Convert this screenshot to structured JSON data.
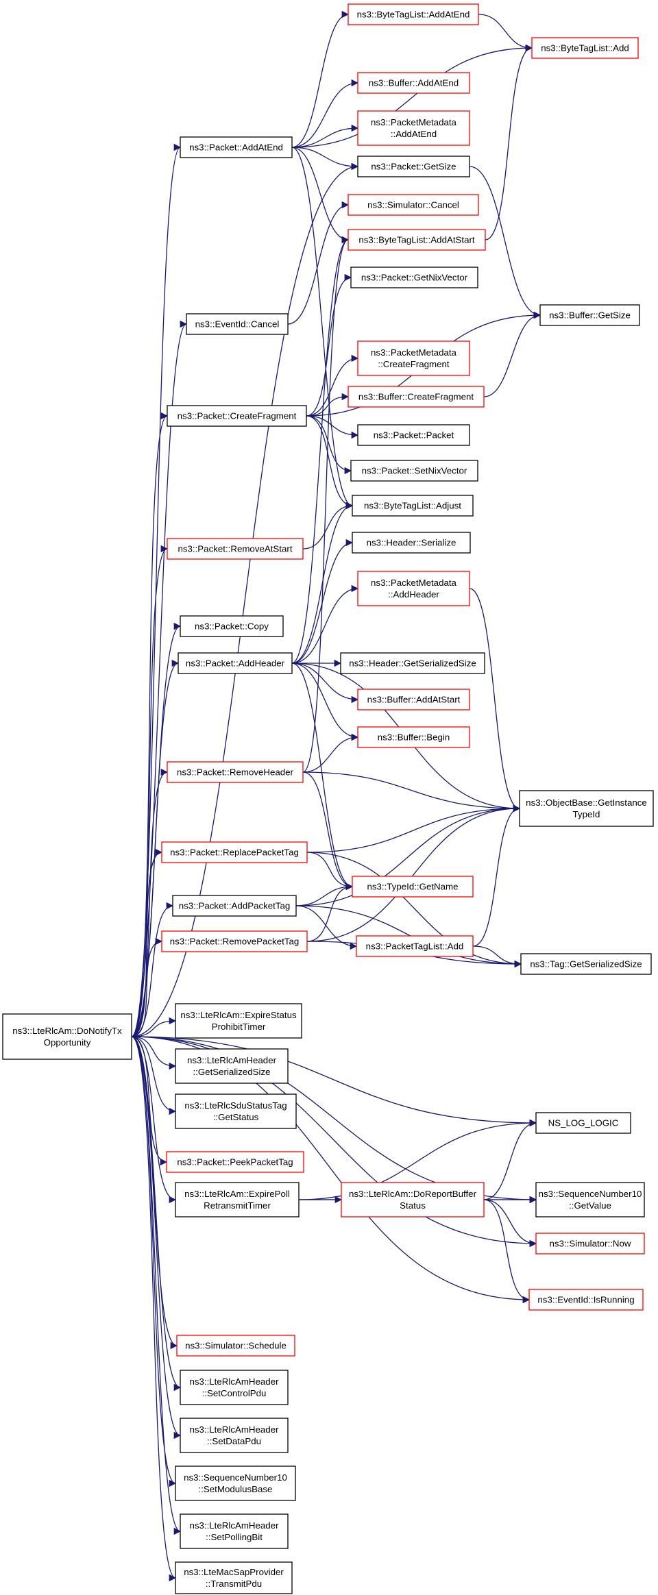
{
  "colors": {
    "edge": "#191970",
    "node_border_normal": "#000000",
    "node_border_red": "#ff0000",
    "root_fill": "#bfbfbf"
  },
  "nodes": [
    {
      "id": "root",
      "lines": [
        "ns3::LteRlcAm::DoNotifyTx",
        "Opportunity"
      ],
      "style": "root"
    },
    {
      "id": "pkt_addatend",
      "lines": [
        "ns3::Packet::AddAtEnd"
      ],
      "style": "normal"
    },
    {
      "id": "btl_addatend",
      "lines": [
        "ns3::ByteTagList::AddAtEnd"
      ],
      "style": "red"
    },
    {
      "id": "btl_add",
      "lines": [
        "ns3::ByteTagList::Add"
      ],
      "style": "red"
    },
    {
      "id": "buf_addatend",
      "lines": [
        "ns3::Buffer::AddAtEnd"
      ],
      "style": "red"
    },
    {
      "id": "pm_addatend",
      "lines": [
        "ns3::PacketMetadata",
        "::AddAtEnd"
      ],
      "style": "red"
    },
    {
      "id": "pkt_getsize",
      "lines": [
        "ns3::Packet::GetSize"
      ],
      "style": "normal"
    },
    {
      "id": "sim_cancel",
      "lines": [
        "ns3::Simulator::Cancel"
      ],
      "style": "red"
    },
    {
      "id": "btl_addatstart",
      "lines": [
        "ns3::ByteTagList::AddAtStart"
      ],
      "style": "red"
    },
    {
      "id": "pkt_getnix",
      "lines": [
        "ns3::Packet::GetNixVector"
      ],
      "style": "normal"
    },
    {
      "id": "eventid_cancel",
      "lines": [
        "ns3::EventId::Cancel"
      ],
      "style": "normal"
    },
    {
      "id": "buf_getsize",
      "lines": [
        "ns3::Buffer::GetSize"
      ],
      "style": "normal"
    },
    {
      "id": "pm_createfrag",
      "lines": [
        "ns3::PacketMetadata",
        "::CreateFragment"
      ],
      "style": "red"
    },
    {
      "id": "pkt_createfrag",
      "lines": [
        "ns3::Packet::CreateFragment"
      ],
      "style": "normal"
    },
    {
      "id": "buf_createfrag",
      "lines": [
        "ns3::Buffer::CreateFragment"
      ],
      "style": "red"
    },
    {
      "id": "pkt_packet",
      "lines": [
        "ns3::Packet::Packet"
      ],
      "style": "normal"
    },
    {
      "id": "pkt_setnix",
      "lines": [
        "ns3::Packet::SetNixVector"
      ],
      "style": "normal"
    },
    {
      "id": "btl_adjust",
      "lines": [
        "ns3::ByteTagList::Adjust"
      ],
      "style": "normal"
    },
    {
      "id": "pkt_removeatstart",
      "lines": [
        "ns3::Packet::RemoveAtStart"
      ],
      "style": "red"
    },
    {
      "id": "hdr_serialize",
      "lines": [
        "ns3::Header::Serialize"
      ],
      "style": "normal"
    },
    {
      "id": "pm_addheader",
      "lines": [
        "ns3::PacketMetadata",
        "::AddHeader"
      ],
      "style": "red"
    },
    {
      "id": "pkt_copy",
      "lines": [
        "ns3::Packet::Copy"
      ],
      "style": "normal"
    },
    {
      "id": "pkt_addheader",
      "lines": [
        "ns3::Packet::AddHeader"
      ],
      "style": "normal"
    },
    {
      "id": "hdr_getsersize",
      "lines": [
        "ns3::Header::GetSerializedSize"
      ],
      "style": "normal"
    },
    {
      "id": "buf_addatstart",
      "lines": [
        "ns3::Buffer::AddAtStart"
      ],
      "style": "red"
    },
    {
      "id": "buf_begin",
      "lines": [
        "ns3::Buffer::Begin"
      ],
      "style": "red"
    },
    {
      "id": "pkt_removeheader",
      "lines": [
        "ns3::Packet::RemoveHeader"
      ],
      "style": "red"
    },
    {
      "id": "ob_getinstance",
      "lines": [
        "ns3::ObjectBase::GetInstance",
        "TypeId"
      ],
      "style": "normal"
    },
    {
      "id": "pkt_replacetag",
      "lines": [
        "ns3::Packet::ReplacePacketTag"
      ],
      "style": "red"
    },
    {
      "id": "typeid_getname",
      "lines": [
        "ns3::TypeId::GetName"
      ],
      "style": "red"
    },
    {
      "id": "pkt_addtag",
      "lines": [
        "ns3::Packet::AddPacketTag"
      ],
      "style": "normal"
    },
    {
      "id": "ptl_add",
      "lines": [
        "ns3::PacketTagList::Add"
      ],
      "style": "red"
    },
    {
      "id": "pkt_removetag",
      "lines": [
        "ns3::Packet::RemovePacketTag"
      ],
      "style": "red"
    },
    {
      "id": "tag_getsersize",
      "lines": [
        "ns3::Tag::GetSerializedSize"
      ],
      "style": "normal"
    },
    {
      "id": "rlc_expirestatus",
      "lines": [
        "ns3::LteRlcAm::ExpireStatus",
        "ProhibitTimer"
      ],
      "style": "normal"
    },
    {
      "id": "rlchdr_getsersize",
      "lines": [
        "ns3::LteRlcAmHeader",
        "::GetSerializedSize"
      ],
      "style": "normal"
    },
    {
      "id": "sdutag_getstatus",
      "lines": [
        "ns3::LteRlcSduStatusTag",
        "::GetStatus"
      ],
      "style": "normal"
    },
    {
      "id": "nslog",
      "lines": [
        "NS_LOG_LOGIC"
      ],
      "style": "normal"
    },
    {
      "id": "pkt_peektag",
      "lines": [
        "ns3::Packet::PeekPacketTag"
      ],
      "style": "red"
    },
    {
      "id": "rlc_expirepoll",
      "lines": [
        "ns3::LteRlcAm::ExpirePoll",
        "RetransmitTimer"
      ],
      "style": "normal"
    },
    {
      "id": "rlc_doreport",
      "lines": [
        "ns3::LteRlcAm::DoReportBuffer",
        "Status"
      ],
      "style": "red"
    },
    {
      "id": "sn10_getvalue",
      "lines": [
        "ns3::SequenceNumber10",
        "::GetValue"
      ],
      "style": "normal"
    },
    {
      "id": "sim_now",
      "lines": [
        "ns3::Simulator::Now"
      ],
      "style": "red"
    },
    {
      "id": "eventid_isrunning",
      "lines": [
        "ns3::EventId::IsRunning"
      ],
      "style": "red"
    },
    {
      "id": "sim_schedule",
      "lines": [
        "ns3::Simulator::Schedule"
      ],
      "style": "red"
    },
    {
      "id": "rlchdr_setcontrol",
      "lines": [
        "ns3::LteRlcAmHeader",
        "::SetControlPdu"
      ],
      "style": "normal"
    },
    {
      "id": "rlchdr_setdata",
      "lines": [
        "ns3::LteRlcAmHeader",
        "::SetDataPdu"
      ],
      "style": "normal"
    },
    {
      "id": "sn10_setmod",
      "lines": [
        "ns3::SequenceNumber10",
        "::SetModulusBase"
      ],
      "style": "normal"
    },
    {
      "id": "rlchdr_setpoll",
      "lines": [
        "ns3::LteRlcAmHeader",
        "::SetPollingBit"
      ],
      "style": "normal"
    },
    {
      "id": "macsap_transmit",
      "lines": [
        "ns3::LteMacSapProvider",
        "::TransmitPdu"
      ],
      "style": "normal"
    }
  ],
  "edges": [
    [
      "root",
      "pkt_addatend"
    ],
    [
      "root",
      "pkt_getsize"
    ],
    [
      "root",
      "eventid_cancel"
    ],
    [
      "root",
      "pkt_createfrag"
    ],
    [
      "root",
      "pkt_removeatstart"
    ],
    [
      "root",
      "pkt_copy"
    ],
    [
      "root",
      "pkt_addheader"
    ],
    [
      "root",
      "pkt_removeheader"
    ],
    [
      "root",
      "pkt_replacetag"
    ],
    [
      "root",
      "pkt_addtag"
    ],
    [
      "root",
      "pkt_removetag"
    ],
    [
      "root",
      "rlc_expirestatus"
    ],
    [
      "root",
      "rlchdr_getsersize"
    ],
    [
      "root",
      "sdutag_getstatus"
    ],
    [
      "root",
      "nslog"
    ],
    [
      "root",
      "pkt_peektag"
    ],
    [
      "root",
      "rlc_expirepoll"
    ],
    [
      "root",
      "sn10_getvalue"
    ],
    [
      "root",
      "sim_now"
    ],
    [
      "root",
      "eventid_isrunning"
    ],
    [
      "root",
      "sim_schedule"
    ],
    [
      "root",
      "rlchdr_setcontrol"
    ],
    [
      "root",
      "rlchdr_setdata"
    ],
    [
      "root",
      "sn10_setmod"
    ],
    [
      "root",
      "rlchdr_setpoll"
    ],
    [
      "root",
      "macsap_transmit"
    ],
    [
      "pkt_addatend",
      "btl_addatend"
    ],
    [
      "pkt_addatend",
      "btl_add"
    ],
    [
      "pkt_addatend",
      "buf_addatend"
    ],
    [
      "pkt_addatend",
      "pm_addatend"
    ],
    [
      "pkt_addatend",
      "pkt_getsize"
    ],
    [
      "pkt_addatend",
      "btl_addatstart"
    ],
    [
      "pkt_addatend",
      "btl_adjust"
    ],
    [
      "btl_addatend",
      "btl_add"
    ],
    [
      "btl_addatstart",
      "btl_add"
    ],
    [
      "pkt_getsize",
      "buf_getsize"
    ],
    [
      "eventid_cancel",
      "sim_cancel"
    ],
    [
      "pkt_createfrag",
      "pkt_getnix"
    ],
    [
      "pkt_createfrag",
      "buf_getsize"
    ],
    [
      "pkt_createfrag",
      "pm_createfrag"
    ],
    [
      "pkt_createfrag",
      "buf_createfrag"
    ],
    [
      "pkt_createfrag",
      "pkt_packet"
    ],
    [
      "pkt_createfrag",
      "pkt_setnix"
    ],
    [
      "pkt_createfrag",
      "btl_adjust"
    ],
    [
      "buf_createfrag",
      "buf_getsize"
    ],
    [
      "pkt_removeatstart",
      "btl_adjust"
    ],
    [
      "pkt_addheader",
      "btl_adjust"
    ],
    [
      "pkt_addheader",
      "hdr_serialize"
    ],
    [
      "pkt_addheader",
      "pm_addheader"
    ],
    [
      "pkt_addheader",
      "hdr_getsersize"
    ],
    [
      "pkt_addheader",
      "buf_addatstart"
    ],
    [
      "pkt_addheader",
      "buf_begin"
    ],
    [
      "pkt_addheader",
      "ob_getinstance"
    ],
    [
      "pkt_addheader",
      "typeid_getname"
    ],
    [
      "pkt_addheader",
      "btl_addatstart"
    ],
    [
      "pm_addheader",
      "ob_getinstance"
    ],
    [
      "pkt_removeheader",
      "btl_addatstart"
    ],
    [
      "pkt_removeheader",
      "buf_begin"
    ],
    [
      "pkt_removeheader",
      "ob_getinstance"
    ],
    [
      "pkt_removeheader",
      "typeid_getname"
    ],
    [
      "pkt_replacetag",
      "ob_getinstance"
    ],
    [
      "pkt_replacetag",
      "typeid_getname"
    ],
    [
      "pkt_replacetag",
      "tag_getsersize"
    ],
    [
      "pkt_addtag",
      "typeid_getname"
    ],
    [
      "pkt_addtag",
      "ob_getinstance"
    ],
    [
      "pkt_addtag",
      "ptl_add"
    ],
    [
      "pkt_addtag",
      "tag_getsersize"
    ],
    [
      "ptl_add",
      "ob_getinstance"
    ],
    [
      "ptl_add",
      "tag_getsersize"
    ],
    [
      "pkt_removetag",
      "typeid_getname"
    ],
    [
      "pkt_removetag",
      "ob_getinstance"
    ],
    [
      "pkt_removetag",
      "tag_getsersize"
    ],
    [
      "rlc_expirepoll",
      "nslog"
    ],
    [
      "rlc_expirepoll",
      "rlc_doreport"
    ],
    [
      "rlc_expirepoll",
      "sn10_getvalue"
    ],
    [
      "rlc_doreport",
      "nslog"
    ],
    [
      "rlc_doreport",
      "sn10_getvalue"
    ],
    [
      "rlc_doreport",
      "sim_now"
    ],
    [
      "rlc_doreport",
      "eventid_isrunning"
    ]
  ]
}
